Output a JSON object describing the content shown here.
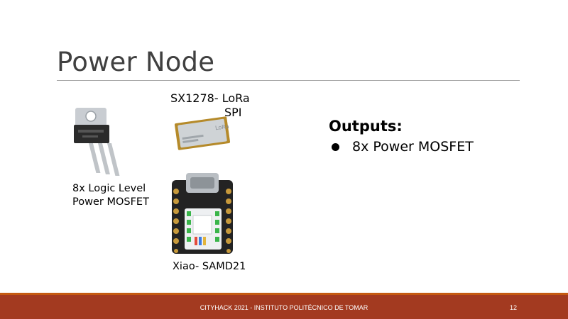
{
  "slide": {
    "title": "Power Node",
    "components": [
      {
        "label_lines": [
          "8x Logic Level",
          "Power MOSFET"
        ],
        "icon": "mosfet-transistor-image"
      },
      {
        "label_lines": [
          "SX1278- LoRa",
          "SPI"
        ],
        "icon": "lora-module-image"
      },
      {
        "label_lines": [
          "Xiao- SAMD21"
        ],
        "icon": "xiao-board-image"
      }
    ],
    "outputs": {
      "heading": "Outputs:",
      "items": [
        "8x Power MOSFET"
      ]
    }
  },
  "footer": {
    "text": "CITYHACK 2021 - INSTITUTO POLITÉCNICO DE TOMAR",
    "page_number": "12"
  },
  "colors": {
    "footer_band": "#a33a20",
    "footer_accent": "#c55a11",
    "title": "#404040"
  }
}
